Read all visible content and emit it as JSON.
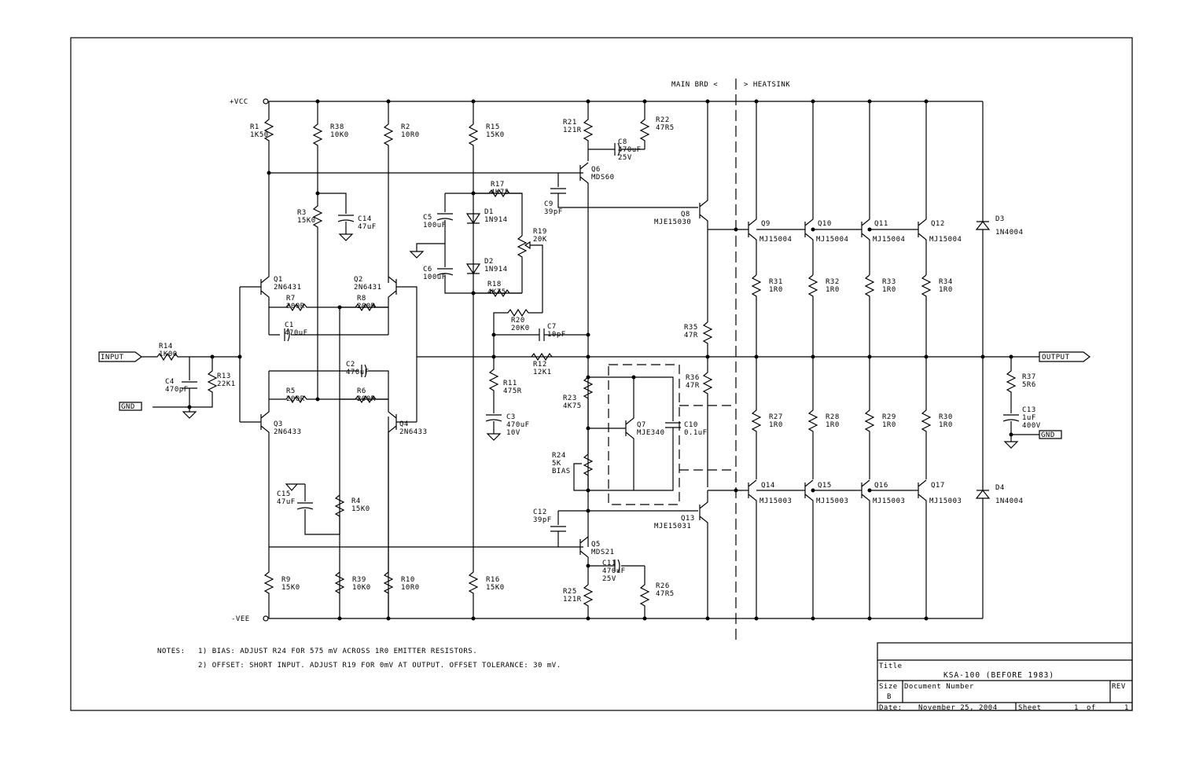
{
  "rails": {
    "vcc": "+VCC",
    "vee": "-VEE"
  },
  "ports": {
    "input": "INPUT",
    "output": "OUTPUT",
    "gnd": "GND"
  },
  "board_split": {
    "left": "MAIN BRD <",
    "right": "> HEATSINK"
  },
  "components": {
    "R1": [
      "R1",
      "1K50"
    ],
    "R38": [
      "R38",
      "10K0"
    ],
    "R2": [
      "R2",
      "10R0"
    ],
    "R15": [
      "R15",
      "15K0"
    ],
    "R21": [
      "R21",
      "121R"
    ],
    "R22": [
      "R22",
      "47R5"
    ],
    "C8": [
      "C8",
      "470uF",
      "25V"
    ],
    "Q6": [
      "Q6",
      "MDS60"
    ],
    "C9": [
      "C9",
      "39pF"
    ],
    "R17": [
      "R17",
      "4K75"
    ],
    "C5": [
      "C5",
      "100uF"
    ],
    "D1": [
      "D1",
      "1N914"
    ],
    "R19": [
      "R19",
      "20K"
    ],
    "C6": [
      "C6",
      "100uF"
    ],
    "D2": [
      "D2",
      "1N914"
    ],
    "R18": [
      "R18",
      "4K75"
    ],
    "R3": [
      "R3",
      "15K0"
    ],
    "C14": [
      "C14",
      "47uF"
    ],
    "Q1": [
      "Q1",
      "2N6431"
    ],
    "Q2": [
      "Q2",
      "2N6431"
    ],
    "R7": [
      "R7",
      "200R"
    ],
    "R8": [
      "R8",
      "200R"
    ],
    "C1": [
      "C1",
      "470uF"
    ],
    "R20": [
      "R20",
      "20K0"
    ],
    "C7": [
      "C7",
      "10pF"
    ],
    "R14": [
      "R14",
      "1K00"
    ],
    "C4": [
      "C4",
      "470pF"
    ],
    "R13": [
      "R13",
      "22K1"
    ],
    "R12": [
      "R12",
      "12K1"
    ],
    "R11": [
      "R11",
      "475R"
    ],
    "C2": [
      "C2",
      "470uF"
    ],
    "R5": [
      "R5",
      "200R"
    ],
    "R6": [
      "R6",
      "200R"
    ],
    "Q3": [
      "Q3",
      "2N6433"
    ],
    "Q4": [
      "Q4",
      "2N6433"
    ],
    "C3": [
      "C3",
      "470uF",
      "10V"
    ],
    "R23": [
      "R23",
      "4K75"
    ],
    "Q7": [
      "Q7",
      "MJE340"
    ],
    "C10": [
      "C10",
      "0.1uF"
    ],
    "R24": [
      "R24",
      "5K",
      "BIAS"
    ],
    "C15": [
      "C15",
      "47uF"
    ],
    "R4": [
      "R4",
      "15K0"
    ],
    "C12": [
      "C12",
      "39pF"
    ],
    "Q5": [
      "Q5",
      "MDS21"
    ],
    "R9": [
      "R9",
      "15K0"
    ],
    "R39": [
      "R39",
      "10K0"
    ],
    "R10": [
      "R10",
      "10R0"
    ],
    "R16": [
      "R16",
      "15K0"
    ],
    "R25": [
      "R25",
      "121R"
    ],
    "C11": [
      "C11",
      "470uF",
      "25V"
    ],
    "R26": [
      "R26",
      "47R5"
    ],
    "Q8": [
      "Q8",
      "MJE15030"
    ],
    "Q13": [
      "Q13",
      "MJE15031"
    ],
    "R35": [
      "R35",
      "47R"
    ],
    "R36": [
      "R36",
      "47R"
    ],
    "Q9": [
      "Q9",
      "MJ15004"
    ],
    "Q10": [
      "Q10",
      "MJ15004"
    ],
    "Q11": [
      "Q11",
      "MJ15004"
    ],
    "Q12": [
      "Q12",
      "MJ15004"
    ],
    "R31": [
      "R31",
      "1R0"
    ],
    "R32": [
      "R32",
      "1R0"
    ],
    "R33": [
      "R33",
      "1R0"
    ],
    "R34": [
      "R34",
      "1R0"
    ],
    "R27": [
      "R27",
      "1R0"
    ],
    "R28": [
      "R28",
      "1R0"
    ],
    "R29": [
      "R29",
      "1R0"
    ],
    "R30": [
      "R30",
      "1R0"
    ],
    "Q14": [
      "Q14",
      "MJ15003"
    ],
    "Q15": [
      "Q15",
      "MJ15003"
    ],
    "Q16": [
      "Q16",
      "MJ15003"
    ],
    "Q17": [
      "Q17",
      "MJ15003"
    ],
    "D3": [
      "D3",
      "1N4004"
    ],
    "D4": [
      "D4",
      "1N4004"
    ],
    "R37": [
      "R37",
      "5R6"
    ],
    "C13": [
      "C13",
      "1uF",
      "400V"
    ]
  },
  "notes": {
    "label": "NOTES:",
    "note1": "1) BIAS: ADJUST R24 FOR 575 mV ACROSS 1R0 EMITTER RESISTORS.",
    "note2": "2) OFFSET: SHORT INPUT. ADJUST R19 FOR 0mV AT OUTPUT. OFFSET TOLERANCE: 30 mV."
  },
  "title_block": {
    "title_label": "Title",
    "title": "KSA-100 (BEFORE 1983)",
    "size_label": "Size",
    "size": "B",
    "docnum_label": "Document Number",
    "rev_label": "REV",
    "date_label": "Date:",
    "date": "November 25, 2004",
    "sheet_label": "Sheet",
    "sheet": "1",
    "of_label": "of",
    "sheets": "1"
  }
}
